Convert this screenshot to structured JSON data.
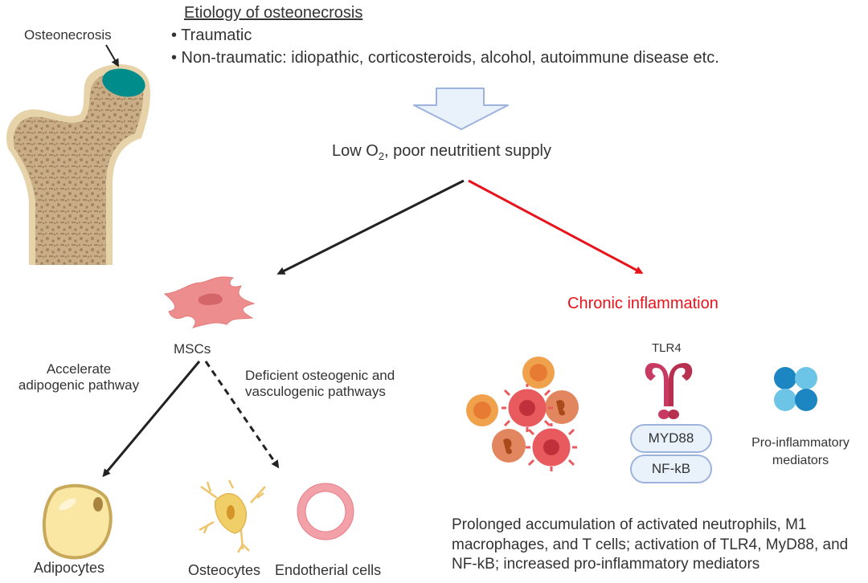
{
  "figure": {
    "etiology": {
      "title": "Etiology of osteonecrosis",
      "bullets": [
        "• Traumatic",
        "• Non-traumatic: idiopathic, corticosteroids, alcohol, autoimmune disease etc."
      ]
    },
    "bone": {
      "label": "Osteonecrosis"
    },
    "center_text_prefix": "Low O",
    "center_text_sub": "2",
    "center_text_suffix": ", poor neutritient supply",
    "left_branch": {
      "cell_label": "MSCs",
      "accelerate_line1": "Accelerate",
      "accelerate_line2": "adipogenic pathway",
      "deficient_line1": "Deficient osteogenic and",
      "deficient_line2": "vasculogenic pathways",
      "outcomes": [
        "Adipocytes",
        "Osteocytes",
        "Endotherial cells"
      ]
    },
    "right_branch": {
      "title": "Chronic inflammation",
      "receptor_label": "TLR4",
      "signaling": [
        "MYD88",
        "NF-kB"
      ],
      "mediators_line1": "Pro-inflammatory",
      "mediators_line2": "mediators",
      "summary": "Prolonged accumulation of activated neutrophils, M1 macrophages, and T cells; activation of TLR4, MyD88, and NF-kB; increased pro-inflammatory mediators"
    },
    "colors": {
      "inflammation_red": "#e8121b",
      "arrow_black": "#222222",
      "necrosis_teal": "#008c8a",
      "block_arrow_fill": "#e9f1fb",
      "block_arrow_stroke": "#9db3dc"
    }
  }
}
